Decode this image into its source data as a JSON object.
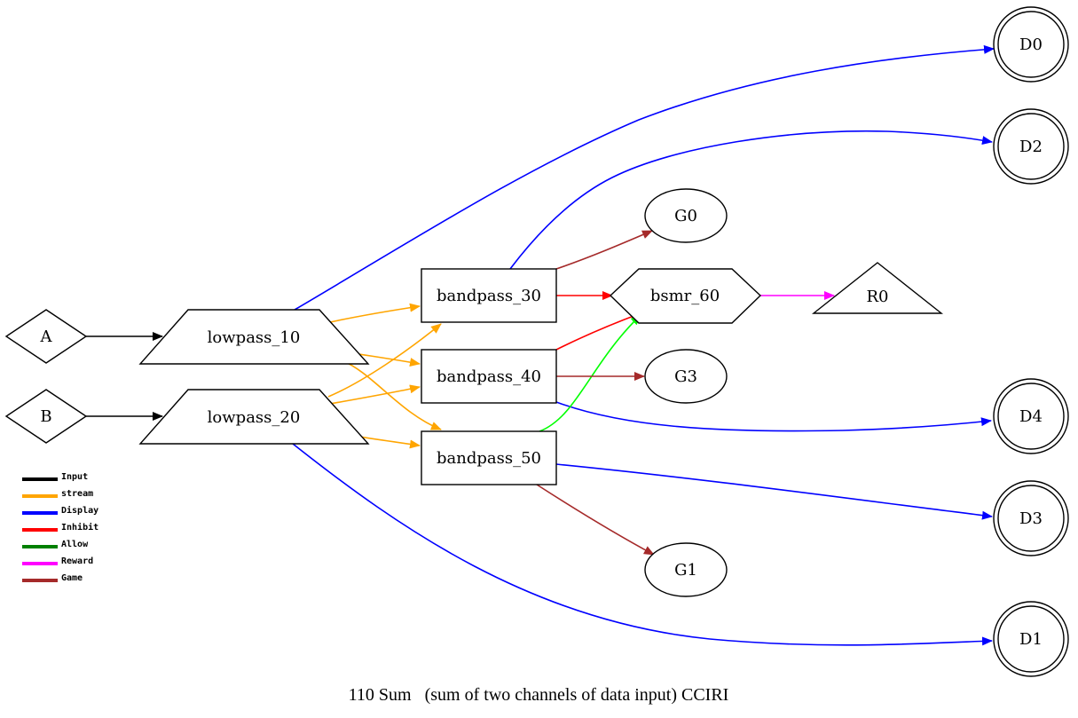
{
  "caption": "110 Sum   (sum of two channels of data input) CCIRI",
  "colors": {
    "Input": "#000000",
    "stream": "#ffa500",
    "Display": "#0000ff",
    "Inhibit": "#ff0000",
    "Allow": "#008000",
    "Reward": "#ff00ff",
    "Game": "#a52a2a",
    "Allow_edge": "#00ff00"
  },
  "legend": [
    {
      "label": "Input",
      "color": "#000000"
    },
    {
      "label": "stream",
      "color": "#ffa500"
    },
    {
      "label": "Display",
      "color": "#0000ff"
    },
    {
      "label": "Inhibit",
      "color": "#ff0000"
    },
    {
      "label": "Allow",
      "color": "#008000"
    },
    {
      "label": "Reward",
      "color": "#ff00ff"
    },
    {
      "label": "Game",
      "color": "#a52a2a"
    }
  ],
  "nodes": {
    "A": {
      "label": "A",
      "shape": "diamond"
    },
    "B": {
      "label": "B",
      "shape": "diamond"
    },
    "lowpass_10": {
      "label": "lowpass_10",
      "shape": "trapezium"
    },
    "lowpass_20": {
      "label": "lowpass_20",
      "shape": "trapezium"
    },
    "bandpass_30": {
      "label": "bandpass_30",
      "shape": "box"
    },
    "bandpass_40": {
      "label": "bandpass_40",
      "shape": "box"
    },
    "bandpass_50": {
      "label": "bandpass_50",
      "shape": "box"
    },
    "bsmr_60": {
      "label": "bsmr_60",
      "shape": "hexagon"
    },
    "R0": {
      "label": "R0",
      "shape": "triangle"
    },
    "G0": {
      "label": "G0",
      "shape": "ellipse"
    },
    "G1": {
      "label": "G1",
      "shape": "ellipse"
    },
    "G3": {
      "label": "G3",
      "shape": "ellipse"
    },
    "D0": {
      "label": "D0",
      "shape": "doublecircle"
    },
    "D1": {
      "label": "D1",
      "shape": "doublecircle"
    },
    "D2": {
      "label": "D2",
      "shape": "doublecircle"
    },
    "D3": {
      "label": "D3",
      "shape": "doublecircle"
    },
    "D4": {
      "label": "D4",
      "shape": "doublecircle"
    }
  },
  "edges": [
    {
      "from": "A",
      "to": "lowpass_10",
      "type": "Input"
    },
    {
      "from": "B",
      "to": "lowpass_20",
      "type": "Input"
    },
    {
      "from": "lowpass_10",
      "to": "bandpass_30",
      "type": "stream"
    },
    {
      "from": "lowpass_10",
      "to": "bandpass_40",
      "type": "stream"
    },
    {
      "from": "lowpass_10",
      "to": "bandpass_50",
      "type": "stream"
    },
    {
      "from": "lowpass_20",
      "to": "bandpass_30",
      "type": "stream"
    },
    {
      "from": "lowpass_20",
      "to": "bandpass_40",
      "type": "stream"
    },
    {
      "from": "lowpass_20",
      "to": "bandpass_50",
      "type": "stream"
    },
    {
      "from": "lowpass_10",
      "to": "D0",
      "type": "Display"
    },
    {
      "from": "lowpass_20",
      "to": "D1",
      "type": "Display"
    },
    {
      "from": "bandpass_30",
      "to": "D2",
      "type": "Display"
    },
    {
      "from": "bandpass_40",
      "to": "D4",
      "type": "Display"
    },
    {
      "from": "bandpass_50",
      "to": "D3",
      "type": "Display"
    },
    {
      "from": "bandpass_30",
      "to": "bsmr_60",
      "type": "Inhibit"
    },
    {
      "from": "bandpass_40",
      "to": "bsmr_60",
      "type": "Inhibit"
    },
    {
      "from": "bandpass_50",
      "to": "bsmr_60",
      "type": "Allow"
    },
    {
      "from": "bsmr_60",
      "to": "R0",
      "type": "Reward"
    },
    {
      "from": "bandpass_30",
      "to": "G0",
      "type": "Game"
    },
    {
      "from": "bandpass_40",
      "to": "G3",
      "type": "Game"
    },
    {
      "from": "bandpass_50",
      "to": "G1",
      "type": "Game"
    }
  ]
}
